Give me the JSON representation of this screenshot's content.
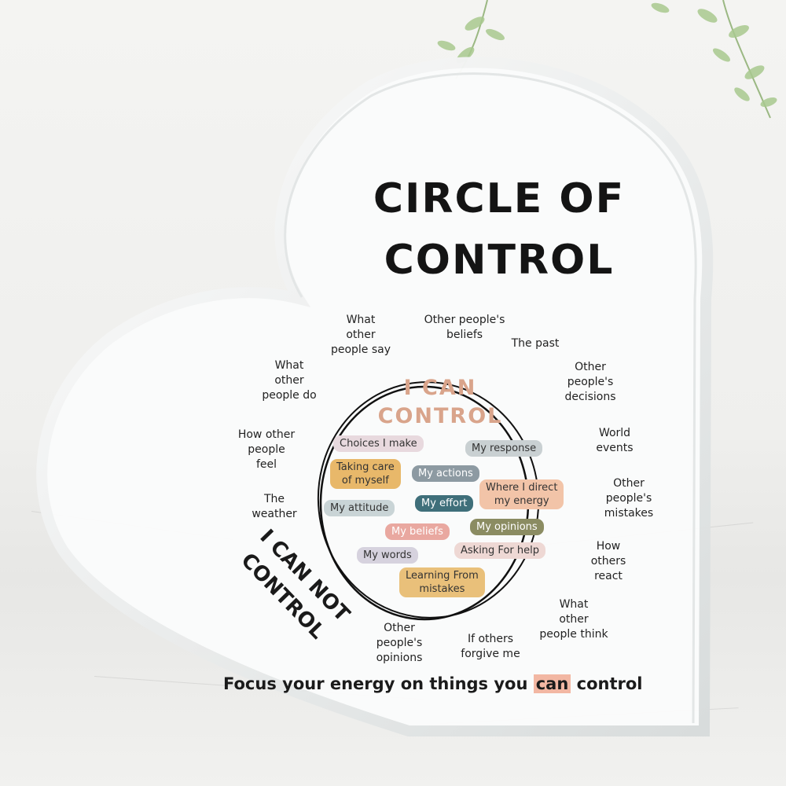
{
  "title": {
    "line1": "CIRCLE OF",
    "line2": "CONTROL"
  },
  "inner": {
    "title": "I CAN\nCONTROL",
    "chips": [
      {
        "text": "Choices I make",
        "color": "#e8d9de"
      },
      {
        "text": "My response",
        "color": "#c9d0d2"
      },
      {
        "text": "Taking care\nof myself",
        "color": "#e8b86a"
      },
      {
        "text": "My actions",
        "color": "#8d9aa2"
      },
      {
        "text": "Where I direct\nmy energy",
        "color": "#f2c4a8"
      },
      {
        "text": "My attitude",
        "color": "#c9d4d6"
      },
      {
        "text": "My effort",
        "color": "#3f6f7a"
      },
      {
        "text": "My opinions",
        "color": "#8b8c62"
      },
      {
        "text": "My beliefs",
        "color": "#e9a8a0"
      },
      {
        "text": "Asking For help",
        "color": "#eed8d4"
      },
      {
        "text": "My words",
        "color": "#d6d2de"
      },
      {
        "text": "Learning From\nmistakes",
        "color": "#e9c07a"
      }
    ]
  },
  "outer_labels": [
    "What\nother\npeople say",
    "Other people's\nbeliefs",
    "The past",
    "Other\npeople's\ndecisions",
    "World\nevents",
    "Other\npeople's\nmistakes",
    "How\nothers\nreact",
    "What\nother\npeople think",
    "If others\nforgive me",
    "Other\npeople's\nopinions",
    "The\nweather",
    "How other\npeople\nfeel",
    "What\nother\npeople do"
  ],
  "cannot": {
    "line1": "I CAN NOT",
    "line2": "CONTROL"
  },
  "footer": {
    "before": "Focus your energy on things you ",
    "highlight": "can",
    "after": " control"
  }
}
